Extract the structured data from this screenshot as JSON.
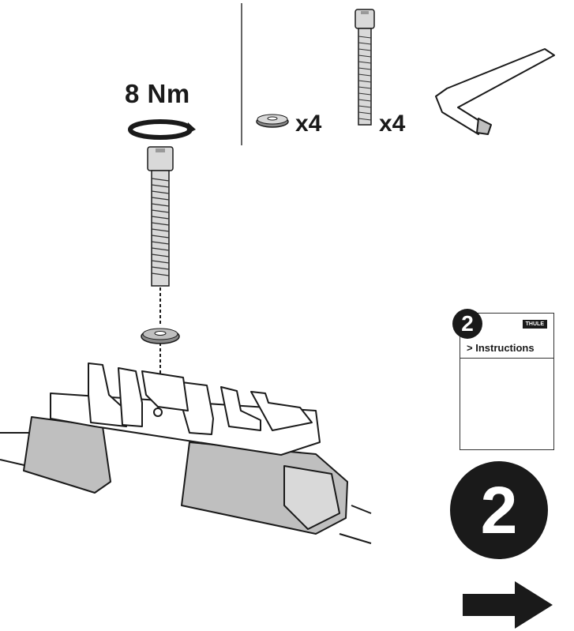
{
  "header": {
    "torque_label": "8 Nm"
  },
  "parts": {
    "washer_qty": "x4",
    "bolt_qty": "x4"
  },
  "booklet": {
    "step_number": "2",
    "brand": "THULE",
    "title": "> Instructions"
  },
  "step": {
    "number": "2"
  },
  "icons": [
    "rotate-arrow-icon",
    "washer-icon",
    "bolt-icon",
    "allen-key-icon",
    "booklet-icon",
    "next-arrow-icon"
  ],
  "colors": {
    "ink": "#1a1a1a",
    "gray": "#bfbfbf",
    "background": "#ffffff"
  }
}
